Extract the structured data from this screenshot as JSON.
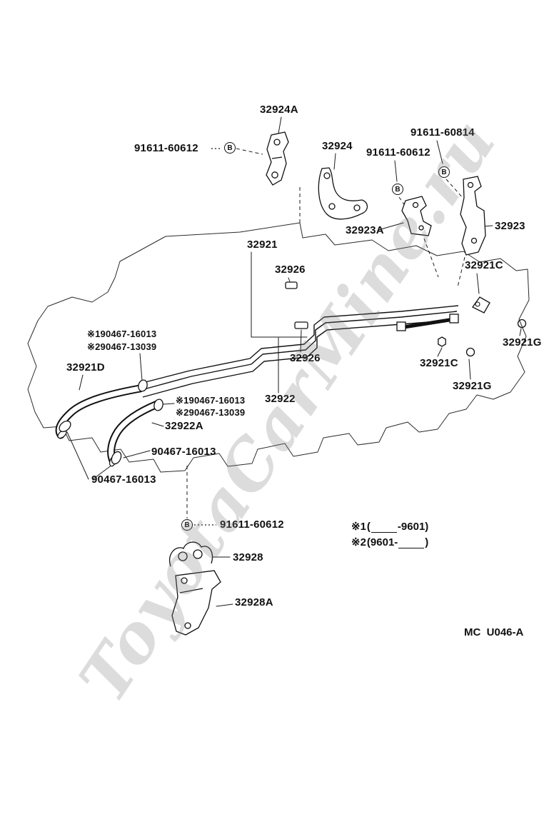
{
  "watermark": "ToyotaCarMine.ru",
  "footer_code": "MC  U046-A",
  "marker": {
    "bolt": "B"
  },
  "legend": {
    "mark1": "※1",
    "range1_open": "(",
    "range1_end": "-9601)",
    "mark2": "※2",
    "range2_open": "(9601-",
    "range2_close": ")"
  },
  "labels": {
    "l_32924a": "32924A",
    "l_bolt_top_left": "91611-60612",
    "l_32924": "32924",
    "l_bolt_60814": "91611-60814",
    "l_bolt_mid_top": "91611-60612",
    "l_32923a": "32923A",
    "l_32923": "32923",
    "l_32921": "32921",
    "l_32926_top": "32926",
    "l_32921c_top": "32921C",
    "l_note1a": "※190467-16013",
    "l_note2a": "※290467-13039",
    "l_32921d": "32921D",
    "l_32926_mid": "32926",
    "l_32921c_mid": "32921C",
    "l_32921g_right": "32921G",
    "l_32921g_mid": "32921G",
    "l_note1b": "※190467-16013",
    "l_note2b": "※290467-13039",
    "l_32922": "32922",
    "l_32922a": "32922A",
    "l_90467_a": "90467-16013",
    "l_90467_b": "90467-16013",
    "l_bolt_bottom": "91611-60612",
    "l_32928": "32928",
    "l_32928a": "32928A"
  }
}
